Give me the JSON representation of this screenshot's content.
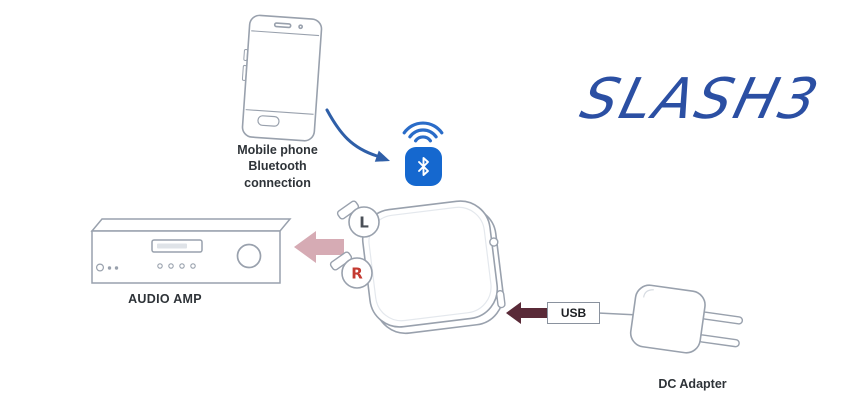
{
  "diagram": {
    "phone_label": "Mobile phone\nBluetooth\nconnection",
    "amp_label": "AUDIO AMP",
    "usb_label": "USB",
    "adapter_label": "DC Adapter",
    "brand": "SLASH3",
    "rca_left": "L",
    "rca_right": "R"
  },
  "colors": {
    "bluetooth_blue": "#1568cf",
    "wave_blue": "#2a6cc8",
    "arrow_blue": "#2f5fa8",
    "audio_arrow_pink": "#d6abb4",
    "usb_arrow_maroon": "#5a2a38",
    "ink_blue": "#2b4fa3",
    "rca_red": "#c43a31",
    "line_gray": "#99a1ad",
    "text_dark": "#2e3338"
  }
}
